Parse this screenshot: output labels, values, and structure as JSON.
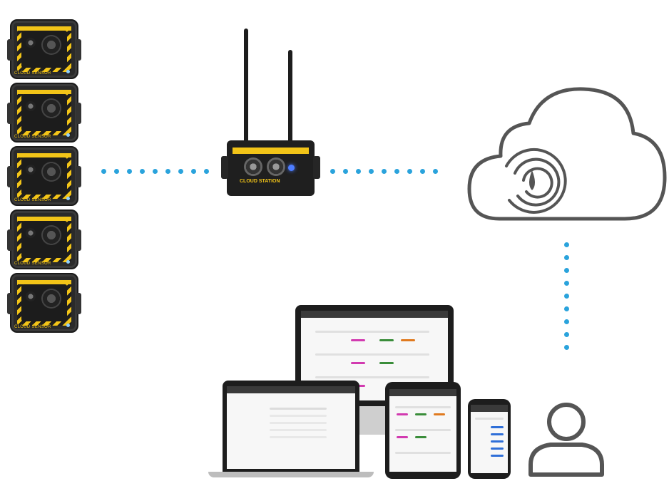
{
  "diagram": {
    "sensors": [
      {
        "label": "CLOUD SENSOR"
      },
      {
        "label": "CLOUD SENSOR"
      },
      {
        "label": "CLOUD SENSOR"
      },
      {
        "label": "CLOUD SENSOR"
      },
      {
        "label": "CLOUD SENSOR"
      }
    ],
    "station": {
      "label": "CLOUD STATION"
    },
    "colors": {
      "dots": "#2aa3dc",
      "cloud_outline": "#555555",
      "yellow": "#f2c418",
      "device_dark": "#1d1d1d"
    },
    "icons": [
      "cloud-icon",
      "user-icon",
      "antenna-icon"
    ]
  }
}
